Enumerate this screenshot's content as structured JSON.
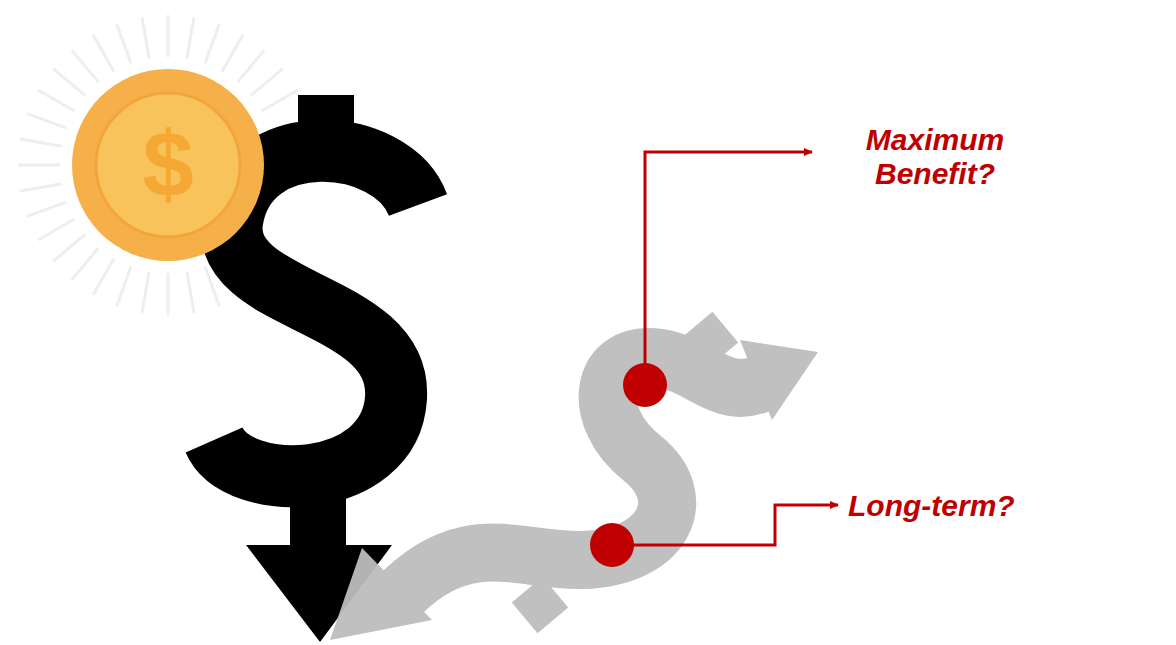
{
  "diagram": {
    "labels": [
      "$",
      "Maximum Benefit?",
      "Long-term?"
    ]
  }
}
